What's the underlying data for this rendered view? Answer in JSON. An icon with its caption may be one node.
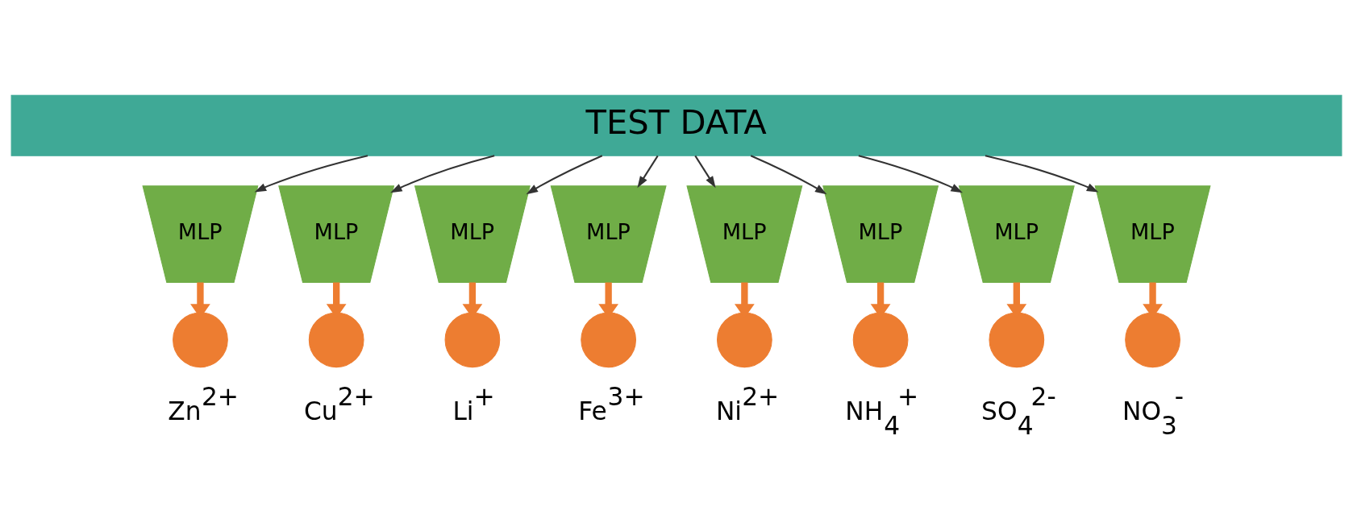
{
  "diagram": {
    "nodes": [
      {
        "text": [
          "TEST DATA"
        ]
      },
      {
        "text": [
          "MLP"
        ]
      },
      {
        "text": [
          "MLP"
        ]
      },
      {
        "text": [
          "MLP"
        ]
      },
      {
        "text": [
          "MLP"
        ]
      },
      {
        "text": [
          "MLP"
        ]
      },
      {
        "text": [
          "MLP"
        ]
      },
      {
        "text": [
          "MLP"
        ]
      },
      {
        "text": [
          "MLP"
        ]
      },
      {
        "text": [],
        "shape": "circle",
        "beside": [
          "Zn$^{2+}$"
        ]
      },
      {
        "text": [],
        "shape": "circle",
        "beside": [
          "Cu$^{2+}$"
        ]
      },
      {
        "text": [],
        "shape": "circle",
        "beside": [
          "Li$^{+}$"
        ]
      },
      {
        "text": [],
        "shape": "circle",
        "beside": [
          "Fe$^{3+}$"
        ]
      },
      {
        "text": [],
        "shape": "circle",
        "beside": [
          "Ni$^{2+}$"
        ]
      },
      {
        "text": [],
        "shape": "circle",
        "beside": [
          "NH$_{4}$$^{+}$"
        ]
      },
      {
        "text": [],
        "shape": "circle",
        "beside": [
          "SO$_{4}$$^{2-}$"
        ]
      },
      {
        "text": [],
        "shape": "circle",
        "beside": [
          "NO$_{3}$$^{-}$"
        ]
      }
    ],
    "edges": [
      {
        "from": 0,
        "to": 1,
        "arrow": "to"
      },
      {
        "from": 0,
        "to": 2,
        "arrow": "to"
      },
      {
        "from": 0,
        "to": 3,
        "arrow": "to"
      },
      {
        "from": 0,
        "to": 4,
        "arrow": "to"
      },
      {
        "from": 0,
        "to": 5,
        "arrow": "to"
      },
      {
        "from": 0,
        "to": 6,
        "arrow": "to"
      },
      {
        "from": 0,
        "to": 7,
        "arrow": "to"
      },
      {
        "from": 0,
        "to": 8,
        "arrow": "to"
      },
      {
        "from": 1,
        "to": 9,
        "arrow": "to",
        "style": "thick",
        "color": "#ed7d31"
      },
      {
        "from": 2,
        "to": 10,
        "arrow": "to",
        "style": "thick",
        "color": "#ed7d31"
      },
      {
        "from": 3,
        "to": 11,
        "arrow": "to",
        "style": "thick",
        "color": "#ed7d31"
      },
      {
        "from": 4,
        "to": 12,
        "arrow": "to",
        "style": "thick",
        "color": "#ed7d31"
      },
      {
        "from": 5,
        "to": 13,
        "arrow": "to",
        "style": "thick",
        "color": "#ed7d31"
      },
      {
        "from": 6,
        "to": 14,
        "arrow": "to",
        "style": "thick",
        "color": "#ed7d31"
      },
      {
        "from": 7,
        "to": 15,
        "arrow": "to",
        "style": "thick",
        "color": "#ed7d31"
      },
      {
        "from": 8,
        "to": 16,
        "arrow": "to",
        "style": "thick",
        "color": "#ed7d31"
      }
    ]
  }
}
